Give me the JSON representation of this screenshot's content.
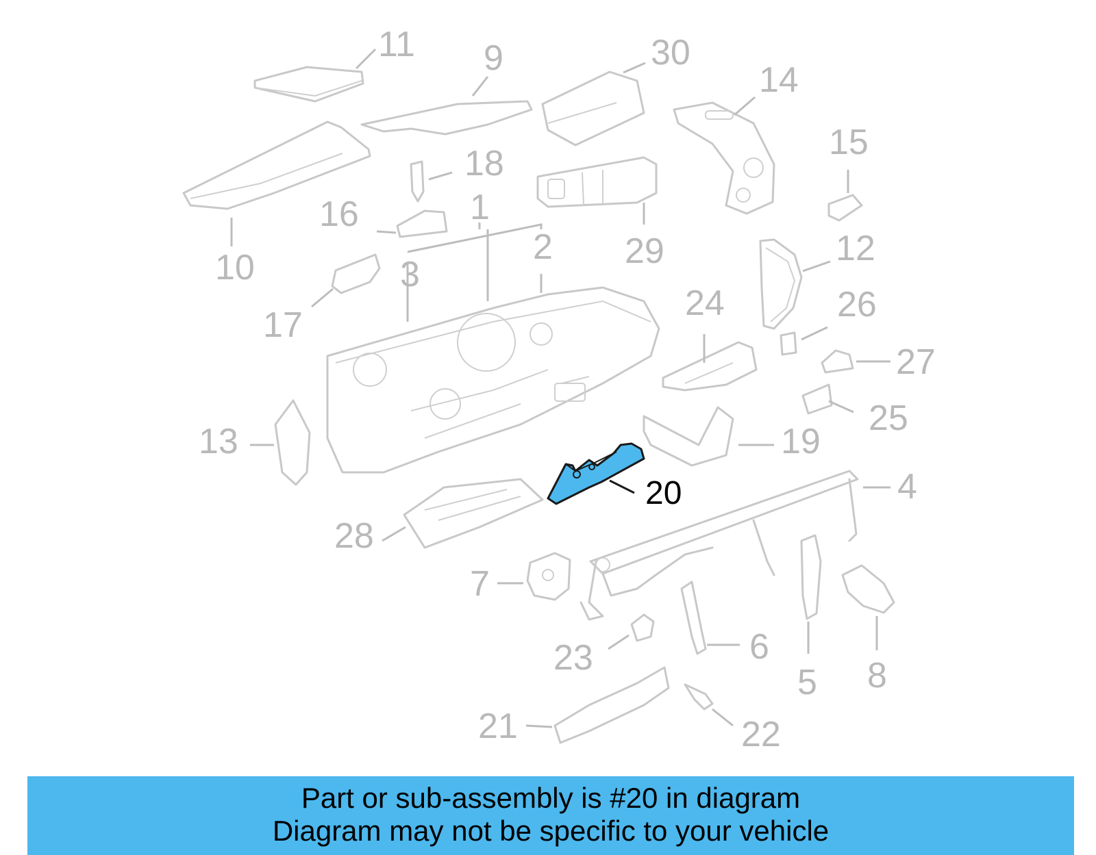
{
  "callouts": {
    "c1": "1",
    "c2": "2",
    "c3": "3",
    "c4": "4",
    "c5": "5",
    "c6": "6",
    "c7": "7",
    "c8": "8",
    "c9": "9",
    "c10": "10",
    "c11": "11",
    "c12": "12",
    "c13": "13",
    "c14": "14",
    "c15": "15",
    "c16": "16",
    "c17": "17",
    "c18": "18",
    "c19": "19",
    "c20": "20",
    "c21": "21",
    "c22": "22",
    "c23": "23",
    "c24": "24",
    "c25": "25",
    "c26": "26",
    "c27": "27",
    "c28": "28",
    "c29": "29",
    "c30": "30"
  },
  "highlighted_part": "20",
  "colors": {
    "highlight": "#4cb8ee",
    "part_line": "#c8c8c8",
    "callout_text": "#b9b9b9",
    "banner": "#4cb8ee"
  },
  "banner": {
    "line1": "Part or sub-assembly is #20 in diagram",
    "line2": "Diagram may not be specific to your vehicle"
  }
}
